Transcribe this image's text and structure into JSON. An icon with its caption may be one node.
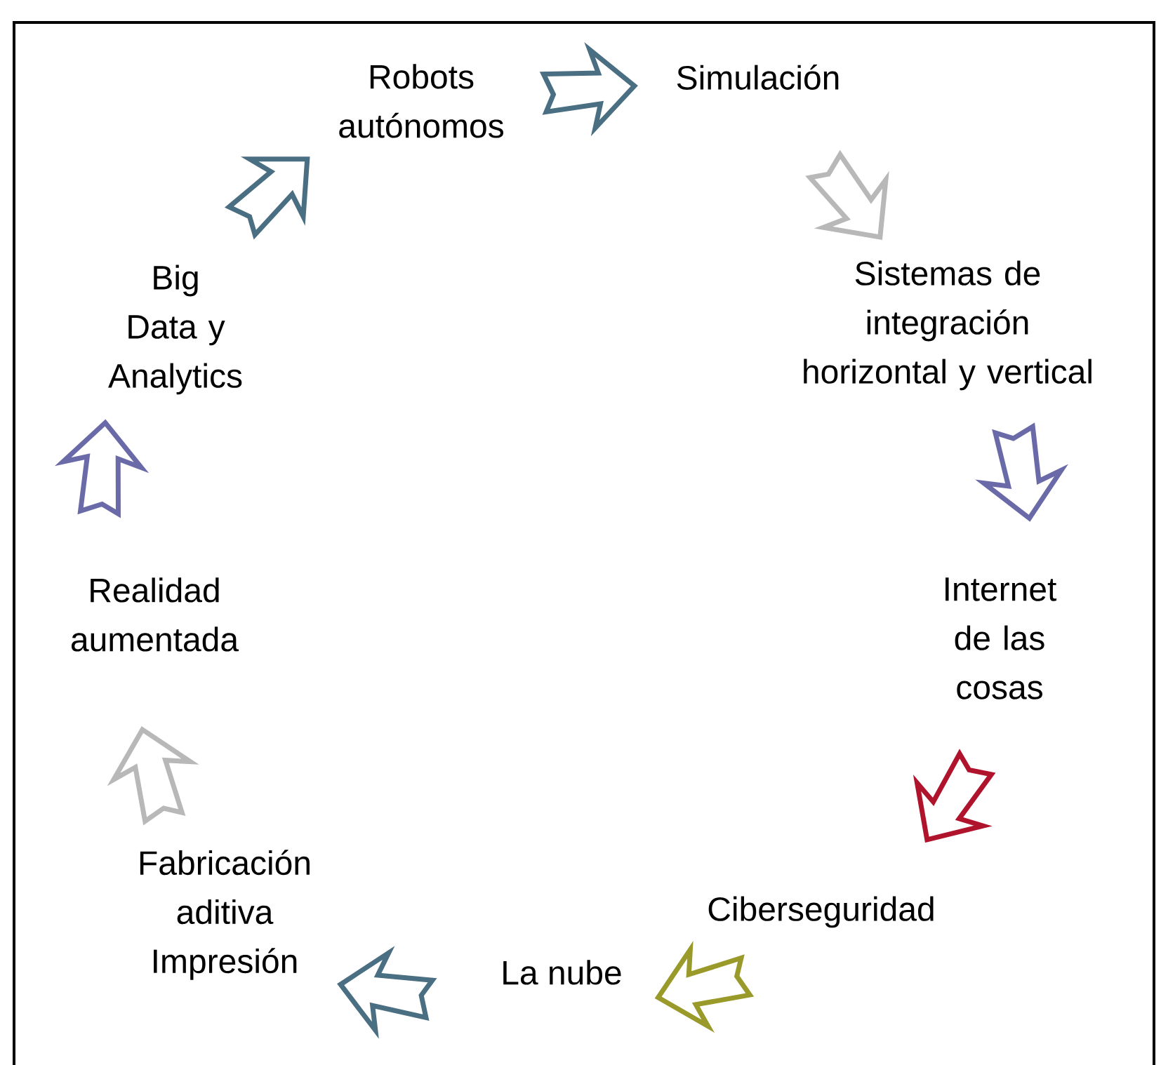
{
  "diagram": {
    "nodes": [
      {
        "text": [
          "Robots autónomos"
        ]
      },
      {
        "text": [
          "Simulación"
        ]
      },
      {
        "text": [
          "Sistemas de integración horizontal y vertical"
        ]
      },
      {
        "text": [
          "Internet de las cosas"
        ]
      },
      {
        "text": [
          "Ciberseguridad"
        ]
      },
      {
        "text": [
          "La nube"
        ]
      },
      {
        "text": [
          "Fabricación aditiva Impresión"
        ]
      },
      {
        "text": [
          "Realidad aumentada"
        ]
      },
      {
        "text": [
          "Big Data y Analytics"
        ]
      }
    ],
    "edges": [
      {
        "from": 0,
        "to": 1,
        "arrow": "to",
        "color": "#4a6e82"
      },
      {
        "from": 1,
        "to": 2,
        "arrow": "to",
        "color": "#b8b8b8"
      },
      {
        "from": 2,
        "to": 3,
        "arrow": "to",
        "color": "#6b6aa8"
      },
      {
        "from": 3,
        "to": 4,
        "arrow": "to",
        "color": "#b0142c"
      },
      {
        "from": 4,
        "to": 5,
        "arrow": "to",
        "color": "#9a9a2a"
      },
      {
        "from": 5,
        "to": 6,
        "arrow": "to",
        "color": "#4a6e82"
      },
      {
        "from": 6,
        "to": 7,
        "arrow": "to",
        "color": "#b8b8b8"
      },
      {
        "from": 7,
        "to": 8,
        "arrow": "to",
        "color": "#6b6aa8"
      },
      {
        "from": 8,
        "to": 0,
        "arrow": "to",
        "color": "#4a6e82"
      }
    ]
  }
}
